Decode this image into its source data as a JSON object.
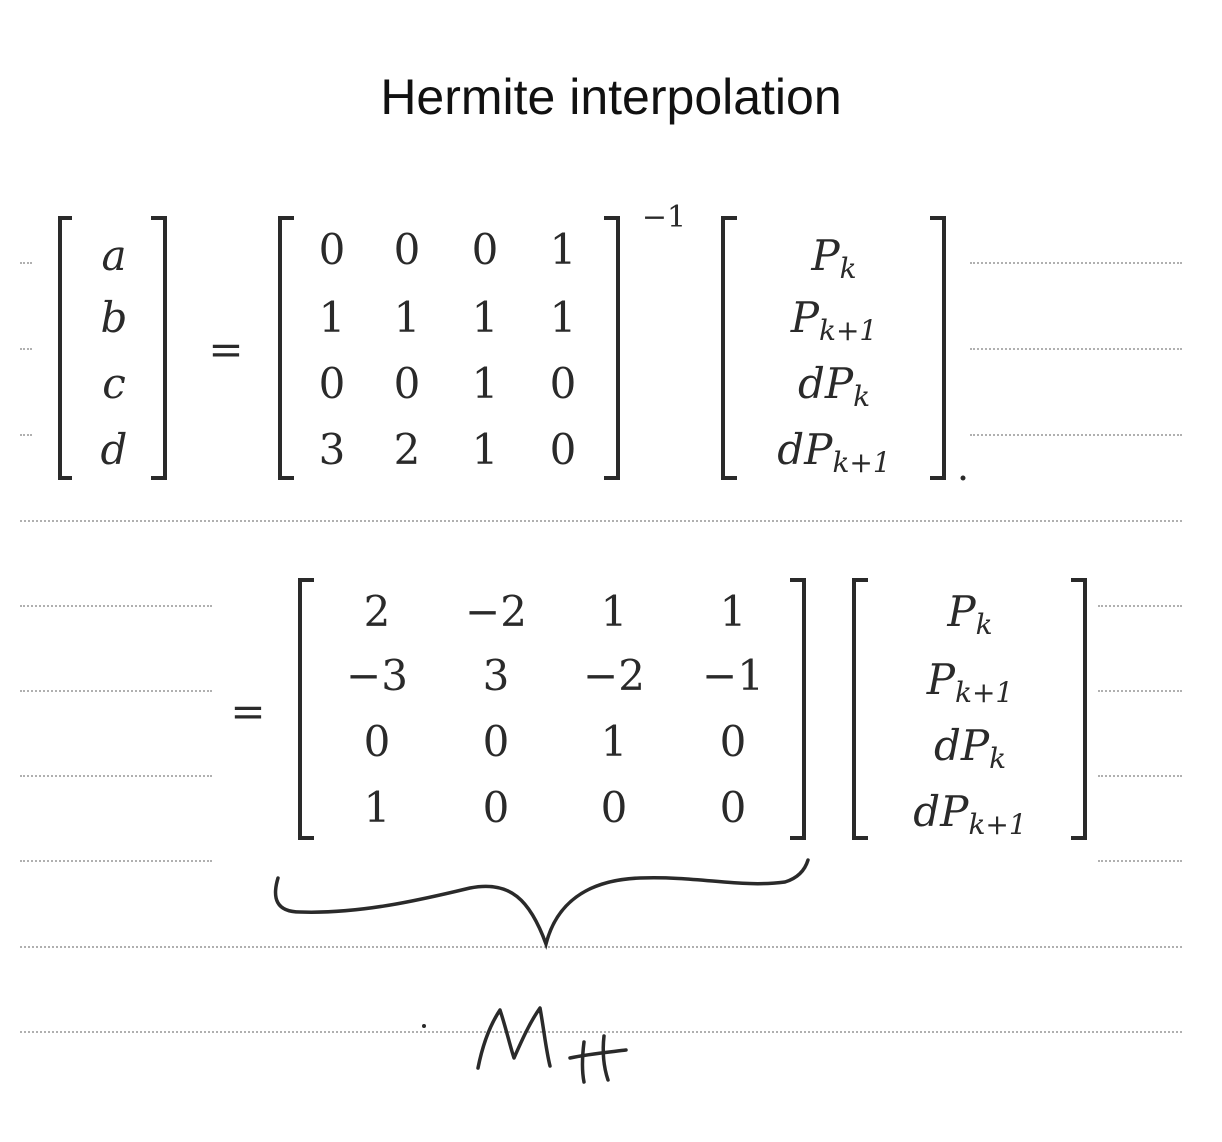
{
  "title": "Hermite interpolation",
  "equation1": {
    "lhs": [
      "a",
      "b",
      "c",
      "d"
    ],
    "equals": "=",
    "matrix": [
      [
        "0",
        "0",
        "0",
        "1"
      ],
      [
        "1",
        "1",
        "1",
        "1"
      ],
      [
        "0",
        "0",
        "1",
        "0"
      ],
      [
        "3",
        "2",
        "1",
        "0"
      ]
    ],
    "inverse_exponent": "−1",
    "rhs": [
      {
        "base": "P",
        "sub": "k"
      },
      {
        "base": "P",
        "sub": "k+1"
      },
      {
        "base": "dP",
        "sub": "k"
      },
      {
        "base": "dP",
        "sub": "k+1"
      }
    ]
  },
  "equation2": {
    "equals": "=",
    "matrix": [
      [
        "2",
        "−2",
        "1",
        "1"
      ],
      [
        "−3",
        "3",
        "−2",
        "−1"
      ],
      [
        "0",
        "0",
        "1",
        "0"
      ],
      [
        "1",
        "0",
        "0",
        "0"
      ]
    ],
    "rhs": [
      {
        "base": "P",
        "sub": "k"
      },
      {
        "base": "P",
        "sub": "k+1"
      },
      {
        "base": "dP",
        "sub": "k"
      },
      {
        "base": "dP",
        "sub": "k+1"
      }
    ]
  },
  "annotation": {
    "handwritten_label": "M H",
    "ink_color": "#2a2a2a"
  }
}
